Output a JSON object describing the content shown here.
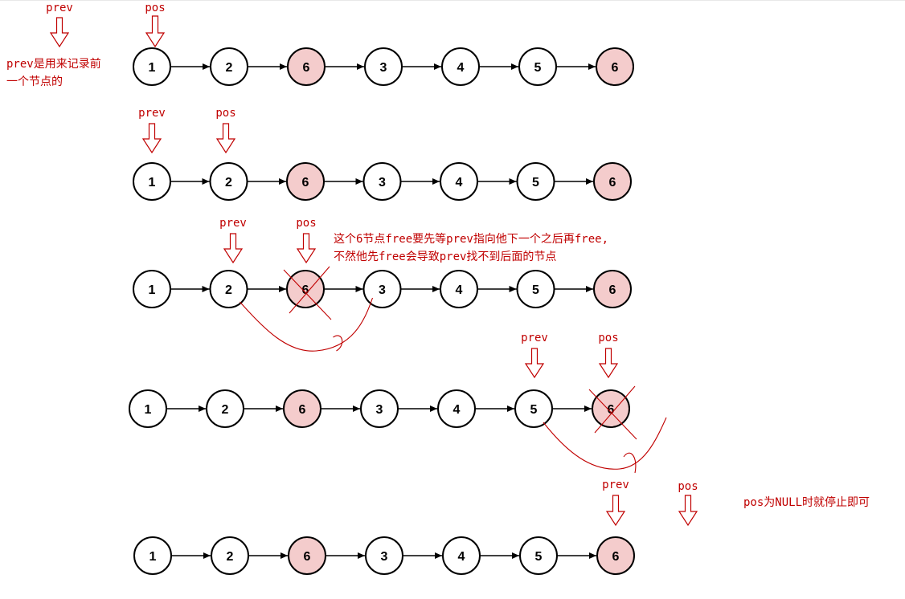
{
  "diagram": {
    "colors": {
      "node_fill": "#ffffff",
      "highlight_fill": "#f4cccc",
      "node_stroke": "#000000",
      "annotation": "#c00000"
    },
    "rows": [
      {
        "nodes": [
          "1",
          "2",
          "6",
          "3",
          "4",
          "5",
          "6"
        ],
        "highlighted": [
          2,
          6
        ],
        "pointers": [
          {
            "label": "prev",
            "at": "above-left"
          },
          {
            "label": "pos",
            "at": 0
          }
        ],
        "crossed": []
      },
      {
        "nodes": [
          "1",
          "2",
          "6",
          "3",
          "4",
          "5",
          "6"
        ],
        "highlighted": [
          2,
          6
        ],
        "pointers": [
          {
            "label": "prev",
            "at": 0
          },
          {
            "label": "pos",
            "at": 1
          }
        ],
        "crossed": []
      },
      {
        "nodes": [
          "1",
          "2",
          "6",
          "3",
          "4",
          "5",
          "6"
        ],
        "highlighted": [
          2,
          6
        ],
        "pointers": [
          {
            "label": "prev",
            "at": 1
          },
          {
            "label": "pos",
            "at": 2
          }
        ],
        "crossed": [
          2
        ],
        "bypass": {
          "from": 1,
          "to": 3
        }
      },
      {
        "nodes": [
          "1",
          "2",
          "6",
          "3",
          "4",
          "5",
          "6"
        ],
        "highlighted": [
          2,
          6
        ],
        "pointers": [
          {
            "label": "prev",
            "at": 5
          },
          {
            "label": "pos",
            "at": 6
          }
        ],
        "crossed": [
          6
        ],
        "bypass": {
          "from": 5,
          "to": "null"
        }
      },
      {
        "nodes": [
          "1",
          "2",
          "6",
          "3",
          "4",
          "5",
          "6"
        ],
        "highlighted": [
          2,
          6
        ],
        "pointers": [
          {
            "label": "prev",
            "at": 6
          },
          {
            "label": "pos",
            "at": "null"
          }
        ],
        "crossed": []
      }
    ],
    "notes": {
      "prev_note_line1": "prev是用来记录前",
      "prev_note_line2": "一个节点的",
      "free_note_line1": "这个6节点free要先等prev指向他下一个之后再free,",
      "free_note_line2": "不然他先free会导致prev找不到后面的节点",
      "stop_note": "pos为NULL时就停止即可"
    }
  }
}
